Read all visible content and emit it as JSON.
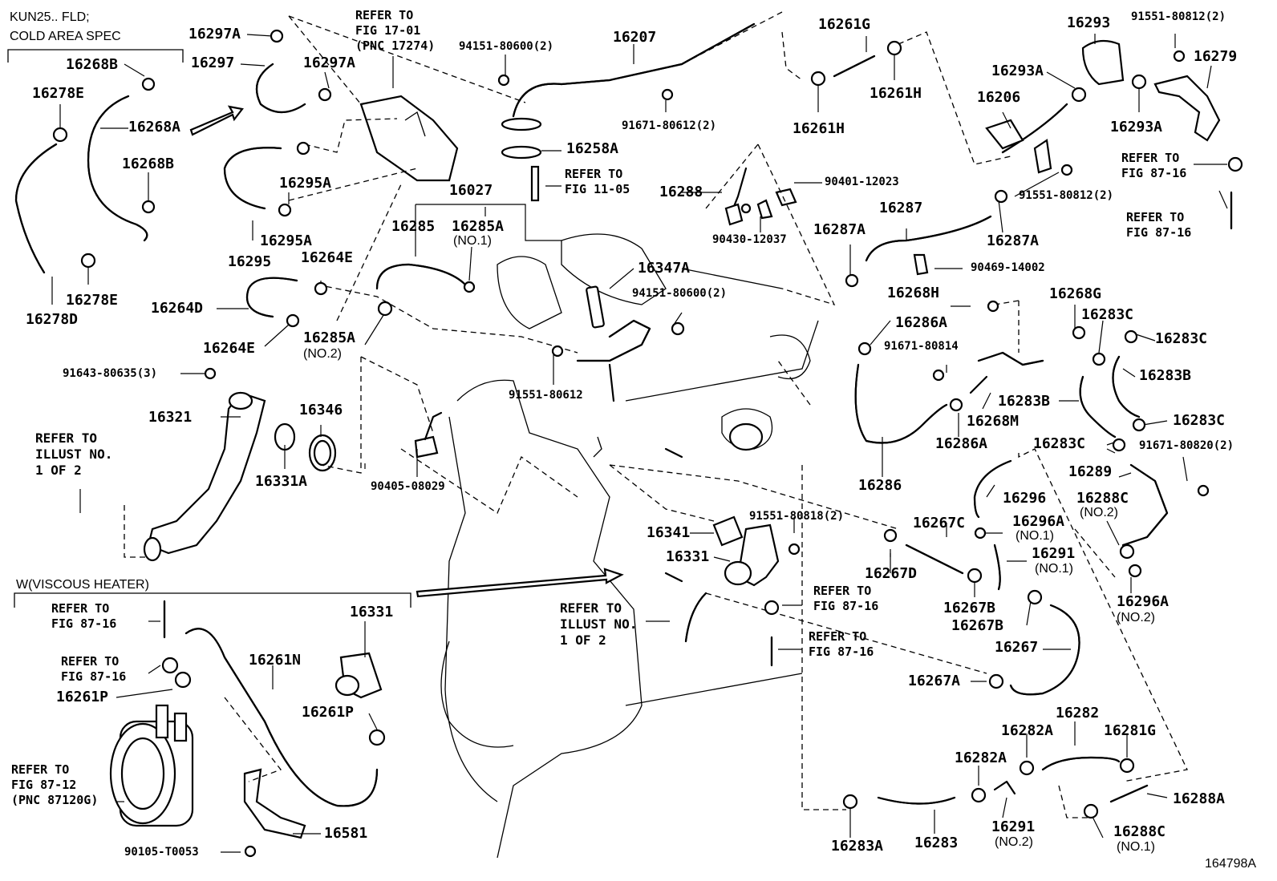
{
  "diagram_id": "164798A",
  "headers": {
    "model_spec": [
      "KUN25.. FLD;",
      "COLD AREA SPEC"
    ],
    "viscous_heater": "W(VISCOUS HEATER)"
  },
  "labels": {
    "p16297A_1": "16297A",
    "p16297": "16297",
    "p16297A_2": "16297A",
    "p16268B_1": "16268B",
    "p16278E_1": "16278E",
    "p16268A": "16268A",
    "p16268B_2": "16268B",
    "p16278E_2": "16278E",
    "p16278D": "16278D",
    "p16295A_1": "16295A",
    "p16295A_2": "16295A",
    "p16295": "16295",
    "p16264E_1": "16264E",
    "p16264D": "16264D",
    "p16264E_2": "16264E",
    "p16285A_2": "16285A",
    "p16285A_2_sub": "(NO.2)",
    "p91643": "91643-80635(3)",
    "p16321": "16321",
    "p16346": "16346",
    "p16331A": "16331A",
    "p94151_1": "94151-80600(2)",
    "p16207": "16207",
    "p91671_80612": "91671-80612(2)",
    "p16258A": "16258A",
    "p16027": "16027",
    "p16285": "16285",
    "p16285A_1": "16285A",
    "p16285A_1_sub": "(NO.1)",
    "p16347A": "16347A",
    "p94151_2": "94151-80600(2)",
    "p91551_80612": "91551-80612",
    "p90405": "90405-08029",
    "p16288": "16288",
    "p90401": "90401-12023",
    "p90430": "90430-12037",
    "p16261G": "16261G",
    "p16261H_1": "16261H",
    "p16261H_2": "16261H",
    "p16287": "16287",
    "p16287A_1": "16287A",
    "p16287A_2": "16287A",
    "p90469": "90469-14002",
    "p16293": "16293",
    "p91551_80812_1": "91551-80812(2)",
    "p16279": "16279",
    "p16293A_1": "16293A",
    "p16206": "16206",
    "p16293A_2": "16293A",
    "p91551_80812_2": "91551-80812(2)",
    "p16268H": "16268H",
    "p16268G": "16268G",
    "p16283C_1": "16283C",
    "p16283C_2": "16283C",
    "p16286A_1": "16286A",
    "p91671_80814": "91671-80814",
    "p16283B_1": "16283B",
    "p16283B_2": "16283B",
    "p16283C_3": "16283C",
    "p16268M": "16268M",
    "p16286A_2": "16286A",
    "p16283C_4": "16283C",
    "p91671_80820": "91671-80820(2)",
    "p16286": "16286",
    "p16289": "16289",
    "p16296": "16296",
    "p16288C_2": "16288C",
    "p16288C_2_sub": "(NO.2)",
    "p16296A_1": "16296A",
    "p16296A_1_sub": "(NO.1)",
    "p91551_80818": "91551-80818(2)",
    "p16267C": "16267C",
    "p16341": "16341",
    "p16331_1": "16331",
    "p16267D": "16267D",
    "p16291_1": "16291",
    "p16291_1_sub": "(NO.1)",
    "p16267B_1": "16267B",
    "p16267B_2": "16267B",
    "p16296A_2": "16296A",
    "p16296A_2_sub": "(NO.2)",
    "p16267": "16267",
    "p16267A": "16267A",
    "p16282": "16282",
    "p16282A_1": "16282A",
    "p16281G": "16281G",
    "p16282A_2": "16282A",
    "p16288A": "16288A",
    "p16291_2": "16291",
    "p16291_2_sub": "(NO.2)",
    "p16288C_1": "16288C",
    "p16288C_1_sub": "(NO.1)",
    "p16283A": "16283A",
    "p16283": "16283",
    "p16331_2": "16331",
    "p16261N": "16261N",
    "p16261P_1": "16261P",
    "p16261P_2": "16261P",
    "p16581": "16581",
    "p90105": "90105-T0053"
  },
  "references": {
    "r_fig17": [
      "REFER TO",
      "FIG 17-01",
      "(PNC 17274)"
    ],
    "r_fig11": [
      "REFER TO",
      "FIG 11-05"
    ],
    "r_fig87_a": [
      "REFER TO",
      "FIG 87-16"
    ],
    "r_fig87_b": [
      "REFER TO",
      "FIG 87-16"
    ],
    "r_fig87_c": [
      "REFER TO",
      "FIG 87-16"
    ],
    "r_fig87_d": [
      "REFER TO",
      "FIG 87-16"
    ],
    "r_fig87_e": [
      "REFER TO",
      "FIG 87-16"
    ],
    "r_fig87_f": [
      "REFER TO",
      "FIG 87-16"
    ],
    "r_fig8712": [
      "REFER TO",
      "FIG 87-12",
      "(PNC 87120G)"
    ],
    "r_illust_a": [
      "REFER TO",
      "ILLUST NO.",
      "1 OF 2"
    ],
    "r_illust_b": [
      "REFER TO",
      "ILLUST NO.",
      "1 OF 2"
    ]
  }
}
